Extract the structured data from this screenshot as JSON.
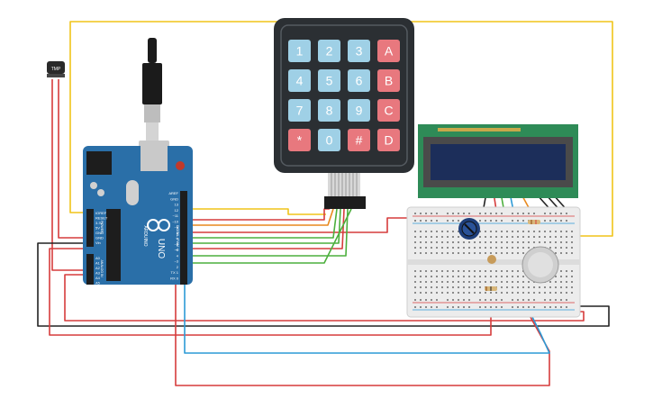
{
  "canvas": {
    "background": "#ffffff"
  },
  "sensor": {
    "label": "TMP",
    "icon": "temperature-sensor-icon"
  },
  "keypad": {
    "rows": [
      [
        "1",
        "2",
        "3",
        "A"
      ],
      [
        "4",
        "5",
        "6",
        "B"
      ],
      [
        "7",
        "8",
        "9",
        "C"
      ],
      [
        "*",
        "0",
        "#",
        "D"
      ]
    ],
    "colors": {
      "number_key": "#9fd0e6",
      "letter_key": "#e8787e",
      "body": "#2b2f33"
    }
  },
  "arduino": {
    "model": "UNO",
    "brand": "ARDUINO",
    "digital_header": "DIGITAL (PWM ~)",
    "analog_header": "ANALOG IN",
    "power_header": "POWER",
    "power_pins": [
      "IOREF",
      "RESET",
      "3.3V",
      "5V",
      "GND",
      "GND",
      "Vin"
    ],
    "analog_pins": [
      "A0",
      "A1",
      "A2",
      "A3",
      "A4",
      "A5"
    ],
    "digital_pins": [
      "AREF",
      "GND",
      "13",
      "12",
      "~11",
      "~10",
      "~9",
      "8",
      "7",
      "~6",
      "~5",
      "4",
      "~3",
      "2",
      "TX 1",
      "RX 0"
    ],
    "color": "#2a6fa8"
  },
  "lcd": {
    "size": "16x2",
    "colors": {
      "board": "#2e8b57",
      "screen": "#1c2e5a"
    }
  },
  "breadboard": {
    "color": "#ececec"
  },
  "wire_colors": {
    "yellow": "#f0c419",
    "red": "#d63c3c",
    "green": "#4caf3d",
    "black": "#222222",
    "blue": "#2c9ad6",
    "orange": "#e8891e"
  }
}
